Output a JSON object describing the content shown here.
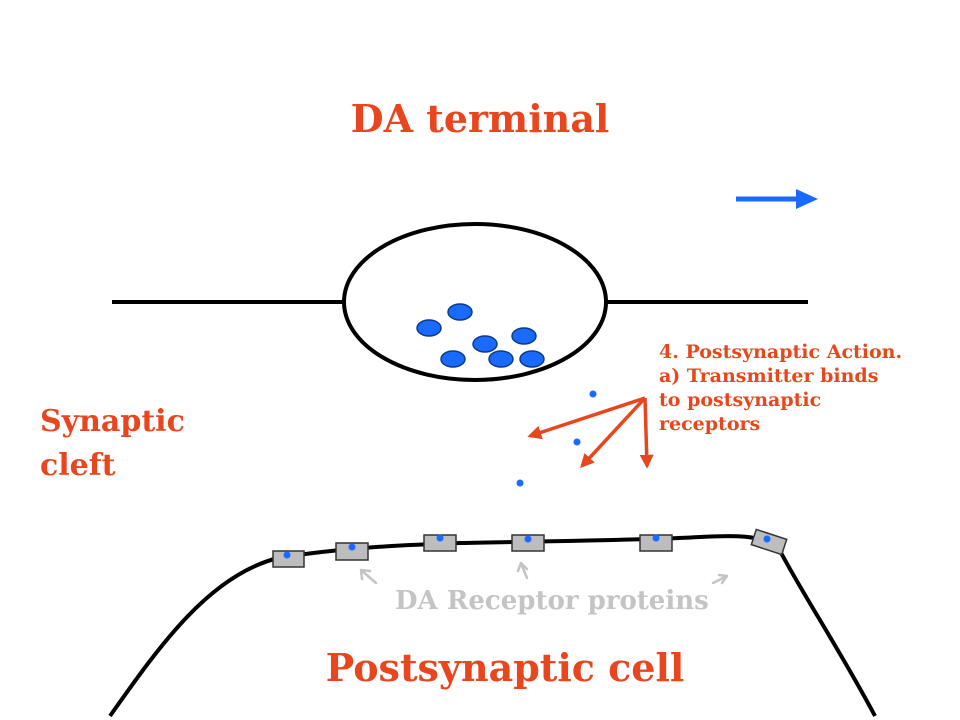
{
  "title": "DA terminal",
  "cleft_label": [
    "Synaptic",
    "cleft"
  ],
  "step": {
    "lines": [
      "4. Postsynaptic Action.",
      "a) Transmitter binds",
      "to postsynaptic",
      "receptors"
    ]
  },
  "receptor_label": "DA Receptor proteins",
  "postsynaptic_label": "Postsynaptic cell",
  "colors": {
    "accent_red": "#e8461e",
    "transmitter_blue": "#1a6aff",
    "receptor_gray": "#bdbdbd",
    "label_gray": "#c4c4c4",
    "outline": "#000000"
  },
  "icons": {
    "direction_arrow": "right-arrow-icon",
    "binding_arrows": "arrow-icon"
  }
}
